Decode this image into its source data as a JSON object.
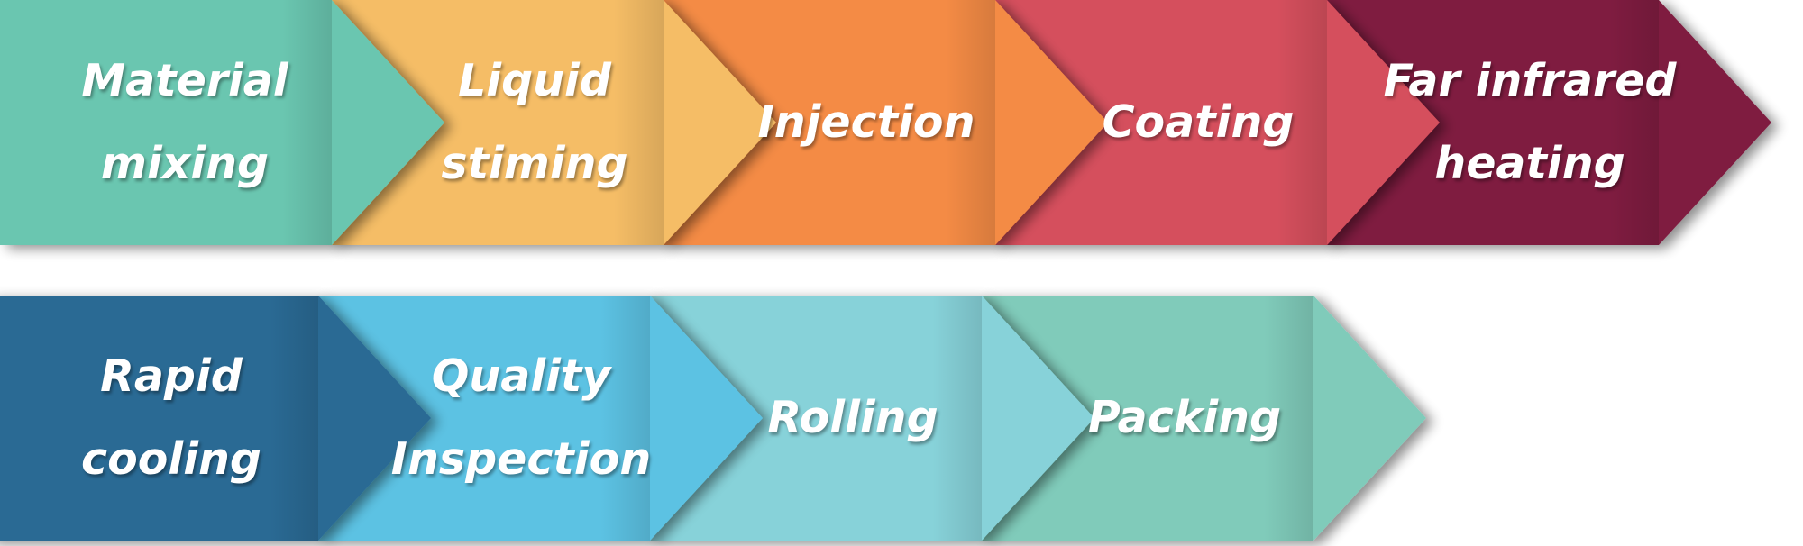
{
  "rows": [
    {
      "steps": [
        {
          "lines": [
            "Material",
            "mixing"
          ],
          "color": "#6ac6b0"
        },
        {
          "lines": [
            "Liquid",
            "stiming"
          ],
          "color": "#f5bd66"
        },
        {
          "lines": [
            "Injection"
          ],
          "color": "#f48b45"
        },
        {
          "lines": [
            "Coating"
          ],
          "color": "#d5505d"
        },
        {
          "lines": [
            "Far infrared",
            "heating"
          ],
          "color": "#7f1f41"
        }
      ]
    },
    {
      "steps": [
        {
          "lines": [
            "Rapid",
            "cooling"
          ],
          "color": "#2c6a94"
        },
        {
          "lines": [
            "Quality",
            "Inspection"
          ],
          "color": "#5bc2e3"
        },
        {
          "lines": [
            "Rolling"
          ],
          "color": "#87d2d9"
        },
        {
          "lines": [
            "Packing"
          ],
          "color": "#80cbba"
        }
      ]
    }
  ]
}
